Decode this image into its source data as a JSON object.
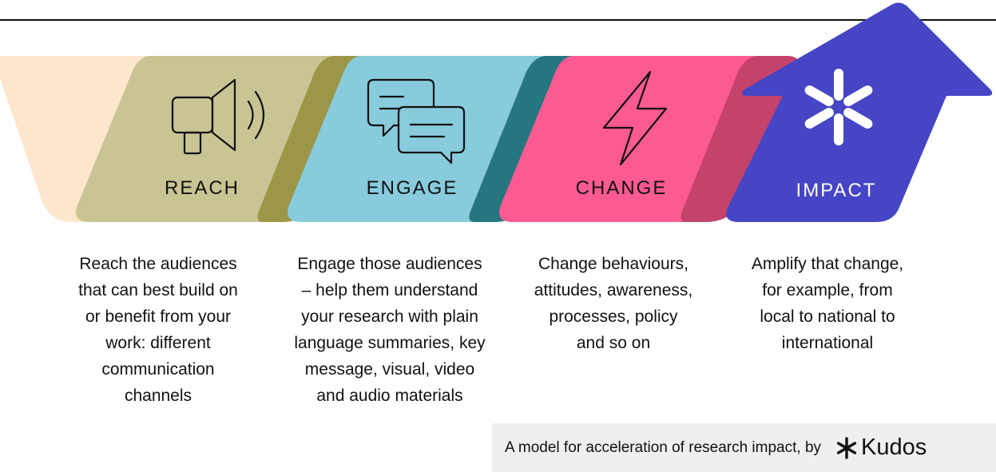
{
  "stages": [
    {
      "label": "REACH",
      "icon": "megaphone-icon",
      "color": "#c9c493",
      "description": [
        "Reach the audiences",
        "that can best build  on",
        "or benefit from your",
        "work: different",
        "communication",
        "channels"
      ]
    },
    {
      "label": "ENGAGE",
      "icon": "chat-bubbles-icon",
      "color": "#87cbdc",
      "description": [
        "Engage those audiences",
        "– help them understand",
        "your research with plain",
        "language summaries, key",
        "message, visual, video",
        "and audio materials"
      ]
    },
    {
      "label": "CHANGE",
      "icon": "lightning-bolt-icon",
      "color": "#fd5a93",
      "description": [
        "Change behaviours,",
        "attitudes, awareness,",
        "processes, policy",
        "and so on"
      ]
    },
    {
      "label": "IMPACT",
      "icon": "asterisk-burst-icon",
      "color": "#4545c5",
      "description": [
        "Amplify that change,",
        "for example, from",
        "local to national to",
        "international"
      ]
    }
  ],
  "footer": {
    "caption": "A model for acceleration of research impact, by",
    "brand": "Kudos",
    "brand_icon": "kudos-asterisk-icon"
  },
  "colors": {
    "start_peach": "#fde6cd",
    "reach_shadow": "#9c9648",
    "engage_shadow": "#26767f",
    "change_shadow": "#c3436b",
    "label_dark": "#111111",
    "label_light": "#ffffff"
  }
}
